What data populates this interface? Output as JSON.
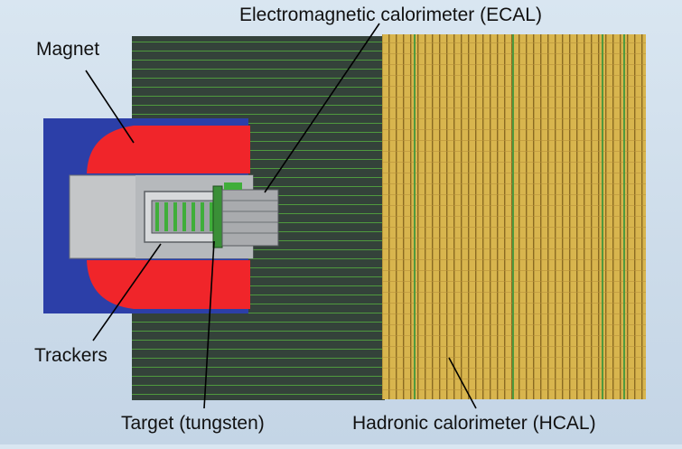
{
  "labels": {
    "ecal": "Electromagnetic calorimeter (ECAL)",
    "magnet": "Magnet",
    "trackers": "Trackers",
    "target": "Target (tungsten)",
    "hcal": "Hadronic calorimeter (HCAL)"
  },
  "colors": {
    "background": "#d6e3ef",
    "hcal_dark": "#34423a",
    "hcal_stripe": "#4f9a3e",
    "hcal_yellow": "#d8b54e",
    "hcal_grid": "#8a6a22",
    "magnet_red": "#f0252a",
    "magnet_blue": "#2c3fa8",
    "tracker_gray": "#c4c6c8",
    "ecal_gray": "#a9abae",
    "module_green": "#3fae3a",
    "leader_line": "#000000"
  }
}
